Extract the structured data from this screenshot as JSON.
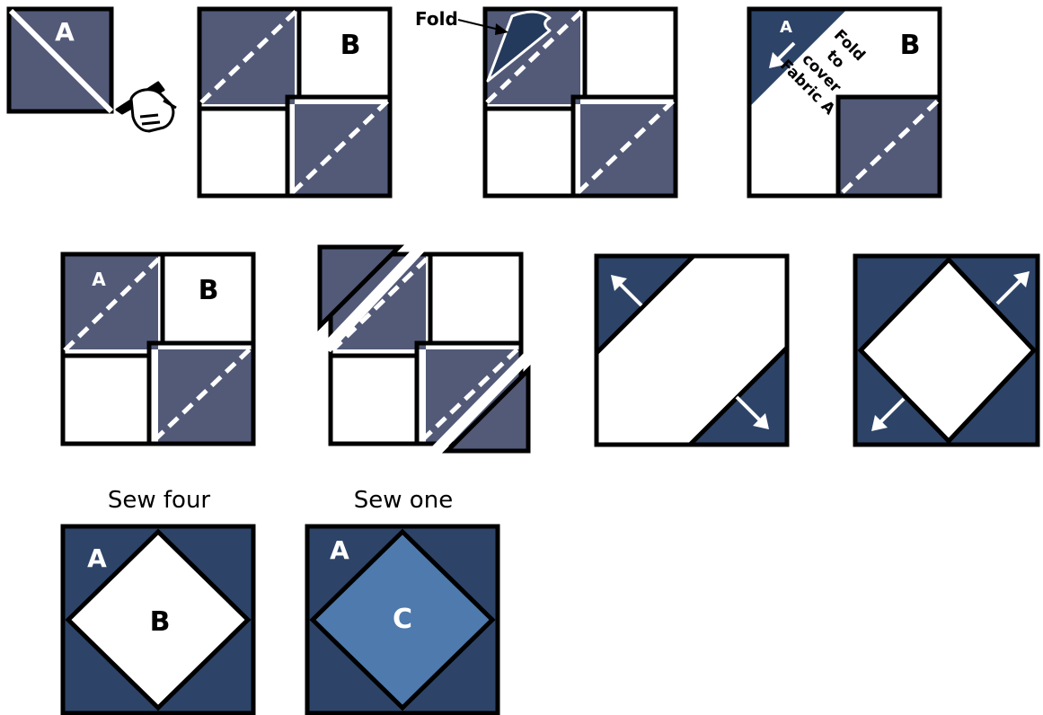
{
  "colors": {
    "fabric_a_gray": "#525a78",
    "fabric_a_navy": "#2d4468",
    "fabric_c": "#4e7aae",
    "outline": "#000000",
    "background": "#ffffff"
  },
  "labels": {
    "fabric_a": "A",
    "fabric_b": "B",
    "fabric_c": "C",
    "fold": "Fold",
    "fold_to_cover_line1": "Fold",
    "fold_to_cover_line2": "to",
    "fold_to_cover_line3": "cover",
    "fold_to_cover_line4": "Fabric A"
  },
  "captions": {
    "sew_four": "Sew four",
    "sew_one": "Sew one"
  },
  "icons": [
    "pencil-hand-icon",
    "arrow-icon"
  ]
}
